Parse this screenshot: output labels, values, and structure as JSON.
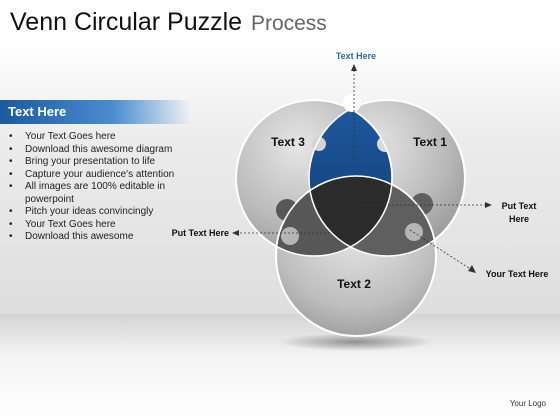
{
  "title": {
    "main": "Venn Circular Puzzle",
    "sub": "Process"
  },
  "panel": {
    "heading": "Text Here",
    "bullets": [
      "Your Text Goes here",
      "Download this awesome diagram",
      "Bring your presentation to life",
      "Capture your audience's attention",
      "All images are 100% editable in powerpoint",
      "Pitch your ideas convincingly",
      "Your Text Goes here",
      "Download this awesome"
    ]
  },
  "venn": {
    "circles": [
      "Text 3",
      "Text 1",
      "Text 2"
    ],
    "callouts": {
      "top": "Text Here",
      "left": "Put Text Here",
      "right_line1": "Put Text",
      "right_line2": "Here",
      "bottom_right": "Your Text Here"
    }
  },
  "colors": {
    "accent_blue": "#1c5396",
    "center_dark": "#2b2b2b",
    "piece_dark_gray": "#575757",
    "callout_blue": "#2a6aab"
  },
  "footer": {
    "logo": "Your Logo"
  }
}
